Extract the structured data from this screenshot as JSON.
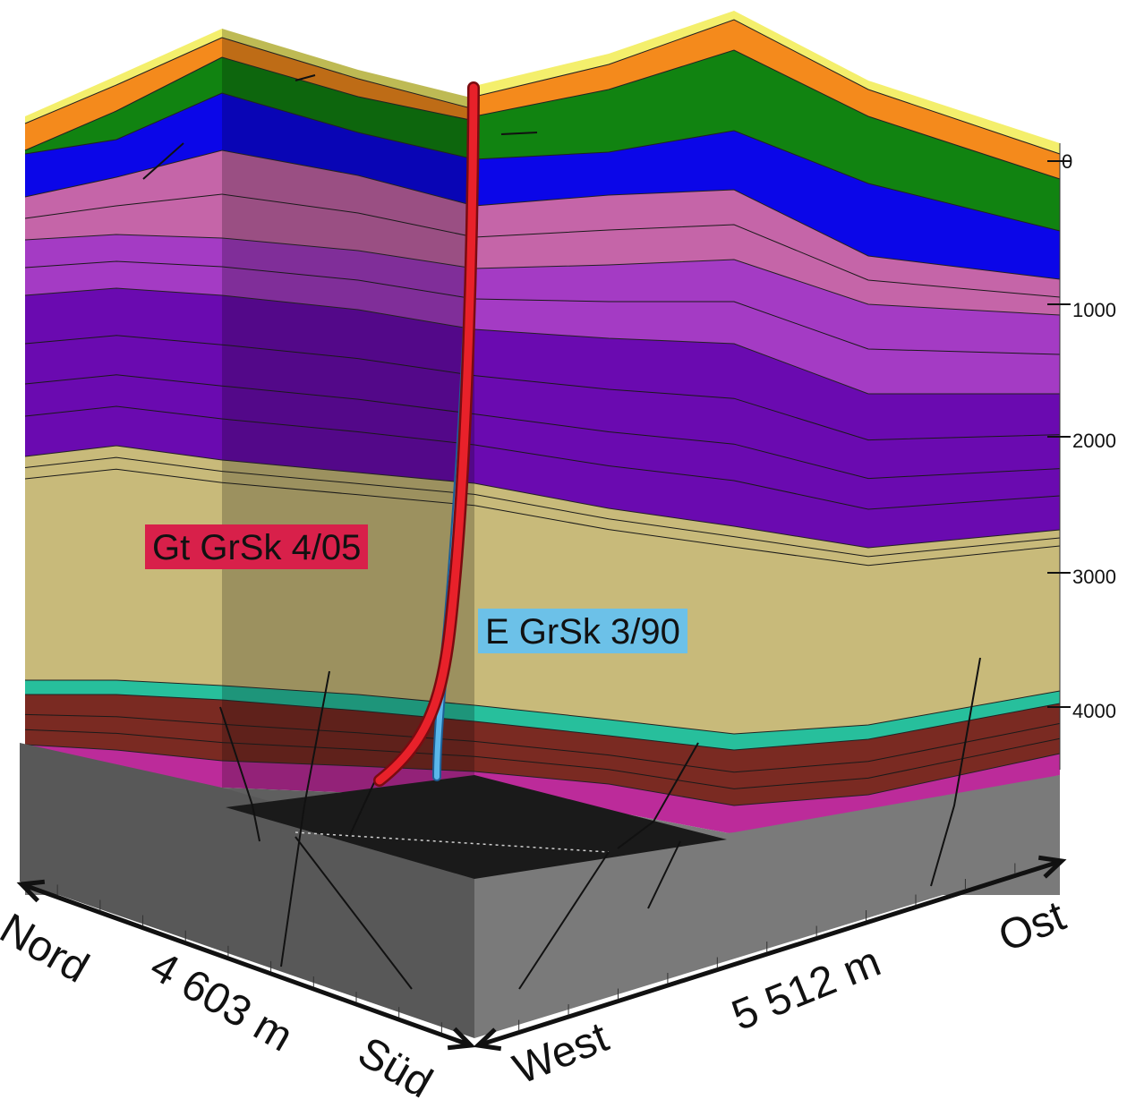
{
  "colors": {
    "gt_well": "#e8212a",
    "e_well": "#5bb7ea",
    "gt_label_bg": "#d8204a",
    "e_label_bg": "#6cc1e8",
    "basement_left": "#585858",
    "basement_right": "#7a7a7a",
    "top_cut": "#1a1a1a"
  },
  "wells": [
    {
      "name": "Gt GrSk 4/05",
      "color_key": "gt_well"
    },
    {
      "name": "E GrSk 3/90",
      "color_key": "e_well"
    }
  ],
  "depth_scale": {
    "ticks": [
      "0",
      "1000",
      "2000",
      "3000",
      "4000"
    ]
  },
  "axes": {
    "front_left": {
      "length": "4 603 m",
      "start": "Nord",
      "end": "Süd"
    },
    "front_right": {
      "length": "5 512 m",
      "start": "West",
      "end": "Ost"
    }
  },
  "layers": [
    {
      "name": "layer-yellow-top",
      "color": "#f4ef6c"
    },
    {
      "name": "layer-orange",
      "color": "#f48a1c"
    },
    {
      "name": "layer-green",
      "color": "#118311"
    },
    {
      "name": "layer-blue",
      "color": "#0b06e8"
    },
    {
      "name": "layer-mauve",
      "color": "#c565a8"
    },
    {
      "name": "layer-violet",
      "color": "#a43bc4"
    },
    {
      "name": "layer-purple",
      "color": "#6a0ab0"
    },
    {
      "name": "layer-khaki",
      "color": "#c8ba7a"
    },
    {
      "name": "layer-teal",
      "color": "#27bf9c"
    },
    {
      "name": "layer-brown",
      "color": "#7a2a22"
    },
    {
      "name": "layer-magenta",
      "color": "#bc2b9a"
    },
    {
      "name": "layer-basement",
      "color": "#7a7a7a"
    }
  ]
}
